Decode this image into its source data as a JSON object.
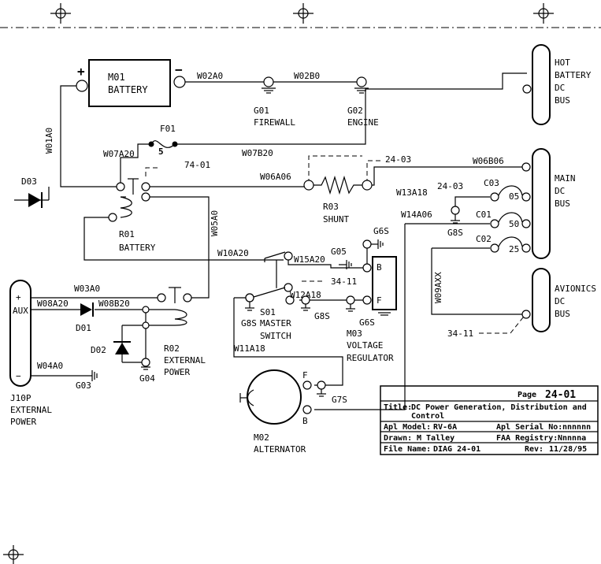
{
  "battery": {
    "name": "M01",
    "label": "BATTERY",
    "plus": "+",
    "minus": "−"
  },
  "wires": {
    "w02a0": "W02A0",
    "w02b0": "W02B0",
    "w01a0": "W01A0",
    "w07a20": "W07A20",
    "w07b20": "W07B20",
    "w06a06": "W06A06",
    "w06b06": "W06B06",
    "w13a18": "W13A18",
    "w14a06": "W14A06",
    "w05a0": "W05A0",
    "w10a20": "W10A20",
    "w15a20": "W15A20",
    "w12a18": "W12A18",
    "w11a18": "W11A18",
    "w03a0": "W03A0",
    "w08a20": "W08A20",
    "w08b20": "W08B20",
    "w04a0": "W04A0",
    "w09axx": "W09AXX"
  },
  "grounds": {
    "g01_id": "G01",
    "g01_label": "FIREWALL",
    "g02_id": "G02",
    "g02_label": "ENGINE",
    "g03": "G03",
    "g04": "G04",
    "g05": "G05",
    "g6s_a": "G6S",
    "g6s_b": "G6S",
    "g8s_a": "G8S",
    "g8s_b": "G8S",
    "g8s_c": "G8S",
    "g7s": "G7S"
  },
  "buses": {
    "hot": [
      "HOT",
      "BATTERY",
      "DC",
      "BUS"
    ],
    "main": [
      "MAIN",
      "DC",
      "BUS"
    ],
    "avionics": [
      "AVIONICS",
      "DC",
      "BUS"
    ]
  },
  "fuse": {
    "id": "F01",
    "rating": "5"
  },
  "refs": {
    "r7401": "74-01",
    "r2403a": "24-03",
    "r2403b": "24-03",
    "r3411a": "34-11",
    "r3411b": "34-11"
  },
  "breakers": {
    "c03": "C03",
    "c03_val": "05",
    "c01": "C01",
    "c01_val": "50",
    "c02": "C02",
    "c02_val": "25"
  },
  "diodes": {
    "d01": "D01",
    "d02": "D02",
    "d03": "D03"
  },
  "relays": {
    "r01_id": "R01",
    "r01_label": "BATTERY",
    "r02_id": "R02",
    "r02_l1": "EXTERNAL",
    "r02_l2": "POWER"
  },
  "shunt": {
    "id": "R03",
    "label": "SHUNT"
  },
  "regulator": {
    "id": "M03",
    "l1": "VOLTAGE",
    "l2": "REGULATOR",
    "b": "B",
    "f": "F"
  },
  "switch": {
    "id": "S01",
    "l1": "MASTER",
    "l2": "SWITCH"
  },
  "alternator": {
    "id": "M02",
    "label": "ALTERNATOR",
    "f": "F",
    "b": "B"
  },
  "connector": {
    "id": "J10P",
    "l1": "EXTERNAL",
    "l2": "POWER",
    "plus": "+",
    "aux": "AUX",
    "minus": "−"
  },
  "title_block": {
    "page_label": "Page",
    "page": "24-01",
    "title_label": "Title:",
    "title_line1": "DC Power Generation, Distribution and",
    "title_line2": "Control",
    "model_label": "Apl Model:",
    "model": "RV-6A",
    "serial_label": "Apl Serial No:",
    "serial": "nnnnnn",
    "drawn_label": "Drawn:",
    "drawn": "M Talley",
    "faa_label": "FAA Registry:",
    "faa": "Nnnnna",
    "file_label": "File Name:",
    "file": "DIAG 24-01",
    "rev_label": "Rev:",
    "rev": "11/28/95"
  }
}
